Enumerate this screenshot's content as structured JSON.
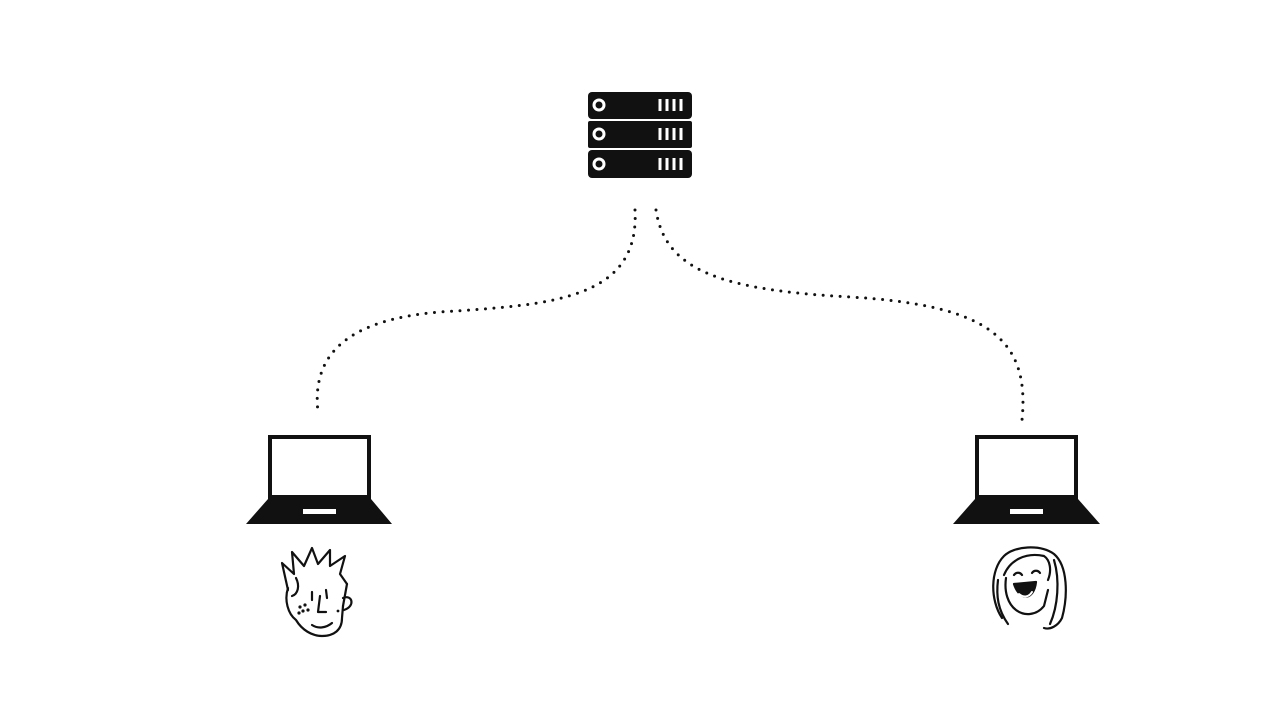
{
  "diagram": {
    "nodes": [
      {
        "id": "server",
        "icon": "server-rack-icon"
      },
      {
        "id": "laptop-left",
        "icon": "laptop-icon"
      },
      {
        "id": "laptop-right",
        "icon": "laptop-icon"
      },
      {
        "id": "person-left",
        "icon": "boy-face-icon"
      },
      {
        "id": "person-right",
        "icon": "girl-face-icon"
      }
    ],
    "connections": [
      {
        "from": "server",
        "to": "laptop-left",
        "style": "dotted"
      },
      {
        "from": "server",
        "to": "laptop-right",
        "style": "dotted"
      }
    ]
  },
  "colors": {
    "ink": "#111111",
    "background": "#ffffff"
  }
}
